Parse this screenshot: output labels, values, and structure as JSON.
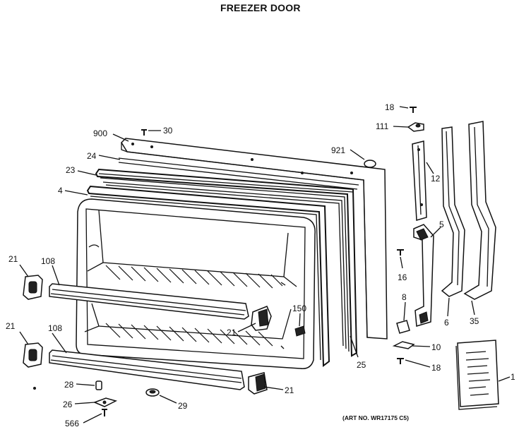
{
  "title": "FREEZER DOOR",
  "art_number": "(ART NO. WR17175 C5)",
  "callouts": {
    "c1": "1",
    "c4": "4",
    "c5": "5",
    "c6": "6",
    "c8": "8",
    "c10": "10",
    "c12": "12",
    "c16": "16",
    "c18a": "18",
    "c18b": "18",
    "c21a": "21",
    "c21b": "21",
    "c21c": "21",
    "c21d": "21",
    "c23": "23",
    "c24": "24",
    "c25": "25",
    "c26": "26",
    "c28": "28",
    "c29": "29",
    "c30": "30",
    "c35": "35",
    "c108a": "108",
    "c108b": "108",
    "c111": "111",
    "c150": "150",
    "c566": "566",
    "c900": "900",
    "c921": "921"
  }
}
